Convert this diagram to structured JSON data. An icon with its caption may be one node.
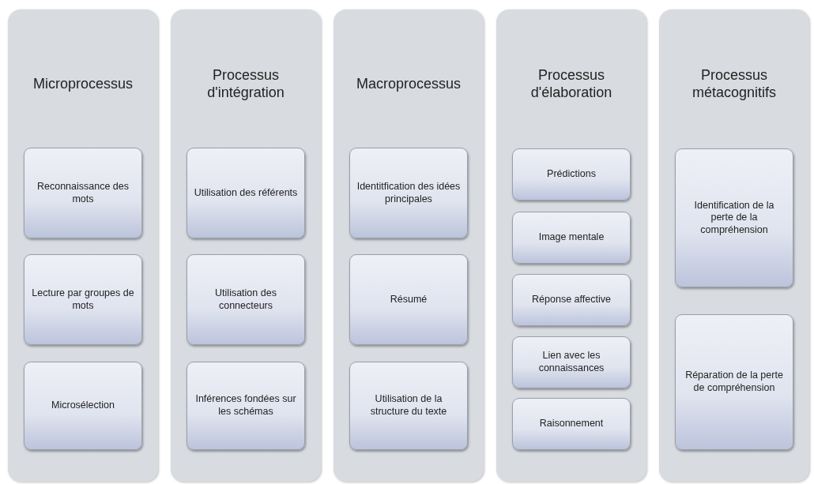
{
  "diagram": {
    "nodes": [
      {
        "text": [
          "Microprocessus"
        ]
      },
      {
        "text": [
          "Reconnaissance des mots"
        ],
        "in": 0
      },
      {
        "text": [
          "Lecture par groupes de mots"
        ],
        "in": 0
      },
      {
        "text": [
          "Microsélection"
        ],
        "in": 0
      },
      {
        "text": [
          "Processus d'intégration"
        ]
      },
      {
        "text": [
          "Utilisation des référents"
        ],
        "in": 4
      },
      {
        "text": [
          "Utilisation des connecteurs"
        ],
        "in": 4
      },
      {
        "text": [
          "Inférences fondées sur les schémas"
        ],
        "in": 4
      },
      {
        "text": [
          "Macroprocessus"
        ]
      },
      {
        "text": [
          "Identitfication des idées principales"
        ],
        "in": 8
      },
      {
        "text": [
          "Résumé"
        ],
        "in": 8
      },
      {
        "text": [
          "Utilisation de la structure du texte"
        ],
        "in": 8
      },
      {
        "text": [
          "Processus d'élaboration"
        ]
      },
      {
        "text": [
          "Prédictions"
        ],
        "in": 12
      },
      {
        "text": [
          "Image mentale"
        ],
        "in": 12
      },
      {
        "text": [
          "Réponse affective"
        ],
        "in": 12
      },
      {
        "text": [
          "Lien avec les connaissances"
        ],
        "in": 12
      },
      {
        "text": [
          "Raisonnement"
        ],
        "in": 12
      },
      {
        "text": [
          "Processus métacognitifs"
        ]
      },
      {
        "text": [
          "Identification de la perte de la compréhension"
        ],
        "in": 18
      },
      {
        "text": [
          "Réparation de la perte de compréhension"
        ],
        "in": 18
      }
    ]
  }
}
